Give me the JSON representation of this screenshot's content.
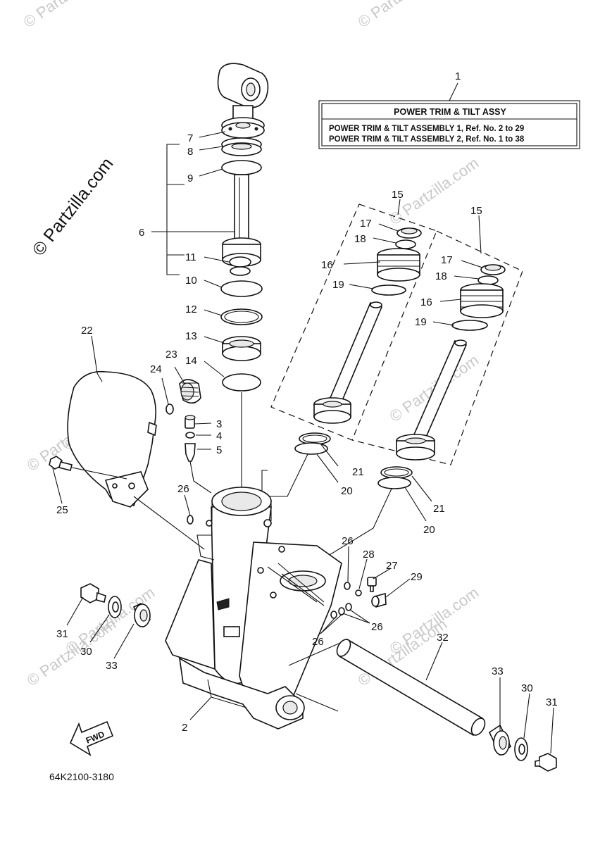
{
  "watermark": {
    "text": "© Partzilla.com",
    "main": "© Partzilla.com"
  },
  "spec_box": {
    "title": "POWER TRIM & TILT ASSY",
    "line1": "POWER TRIM & TILT ASSEMBLY 1,   Ref. No. 2 to 29",
    "line2": "POWER TRIM & TILT ASSEMBLY 2,   Ref. No. 1 to 38"
  },
  "fwd_label": "FWD",
  "diagram_code": "64K2100-3180",
  "callouts": {
    "c1": "1",
    "c2": "2",
    "c3": "3",
    "c4": "4",
    "c5": "5",
    "c6": "6",
    "c7": "7",
    "c8": "8",
    "c9": "9",
    "c10": "10",
    "c11": "11",
    "c12": "12",
    "c13": "13",
    "c14": "14",
    "c15a": "15",
    "c15b": "15",
    "c16a": "16",
    "c16b": "16",
    "c17a": "17",
    "c17b": "17",
    "c18a": "18",
    "c18b": "18",
    "c19a": "19",
    "c19b": "19",
    "c20a": "20",
    "c20b": "20",
    "c21a": "21",
    "c21b": "21",
    "c22": "22",
    "c23": "23",
    "c24": "24",
    "c25": "25",
    "c26a": "26",
    "c26b": "26",
    "c26c": "26",
    "c26d": "26",
    "c27": "27",
    "c28": "28",
    "c29": "29",
    "c30a": "30",
    "c30b": "30",
    "c31a": "31",
    "c31b": "31",
    "c32": "32",
    "c33a": "33",
    "c33b": "33"
  }
}
